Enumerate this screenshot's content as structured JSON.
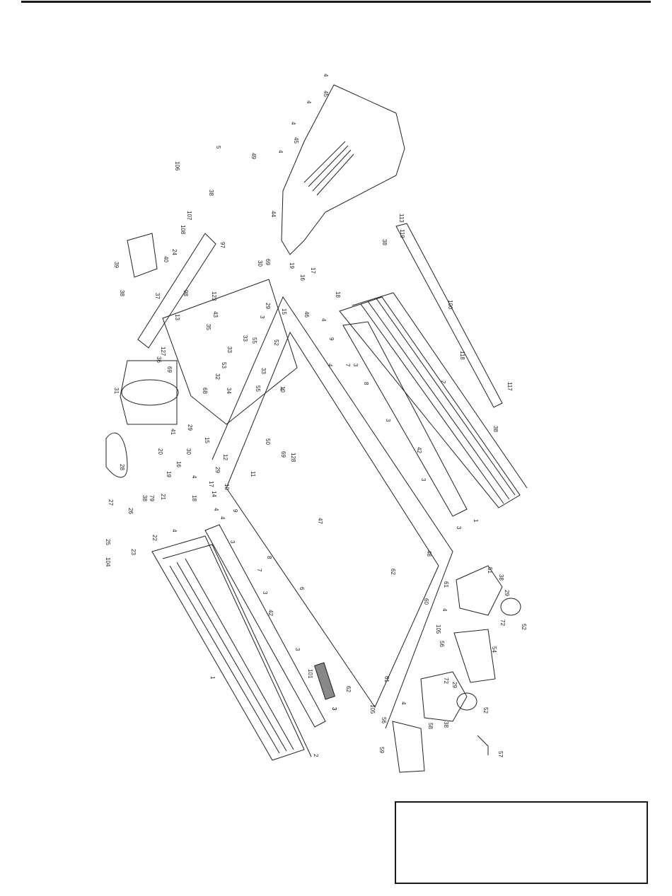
{
  "parts": [
    {
      "id": "p-4a",
      "label": "4"
    },
    {
      "id": "p-45a",
      "label": "45"
    },
    {
      "id": "p-4b",
      "label": "4"
    },
    {
      "id": "p-4c",
      "label": "4"
    },
    {
      "id": "p-45b",
      "label": "45"
    },
    {
      "id": "p-4d",
      "label": "4"
    },
    {
      "id": "p-5",
      "label": "5"
    },
    {
      "id": "p-49",
      "label": "49"
    },
    {
      "id": "p-106",
      "label": "106"
    },
    {
      "id": "p-44",
      "label": "44"
    },
    {
      "id": "p-38a",
      "label": "38"
    },
    {
      "id": "p-107",
      "label": "107"
    },
    {
      "id": "p-108",
      "label": "108"
    },
    {
      "id": "p-24",
      "label": "24"
    },
    {
      "id": "p-40",
      "label": "40"
    },
    {
      "id": "p-39",
      "label": "39"
    },
    {
      "id": "p-38b",
      "label": "38"
    },
    {
      "id": "p-37",
      "label": "37"
    },
    {
      "id": "p-97",
      "label": "97"
    },
    {
      "id": "p-69a",
      "label": "69"
    },
    {
      "id": "p-30a",
      "label": "30"
    },
    {
      "id": "p-19a",
      "label": "19"
    },
    {
      "id": "p-16a",
      "label": "16"
    },
    {
      "id": "p-17a",
      "label": "17"
    },
    {
      "id": "p-113",
      "label": "113"
    },
    {
      "id": "p-119",
      "label": "119"
    },
    {
      "id": "p-38c",
      "label": "38"
    },
    {
      "id": "p-98",
      "label": "98"
    },
    {
      "id": "p-123",
      "label": "123"
    },
    {
      "id": "p-43",
      "label": "43"
    },
    {
      "id": "p-13",
      "label": "13"
    },
    {
      "id": "p-29a",
      "label": "29"
    },
    {
      "id": "p-3a",
      "label": "3"
    },
    {
      "id": "p-15a",
      "label": "15"
    },
    {
      "id": "p-46",
      "label": "46"
    },
    {
      "id": "p-18a",
      "label": "18"
    },
    {
      "id": "p-4e",
      "label": "4"
    },
    {
      "id": "p-127",
      "label": "127"
    },
    {
      "id": "p-35",
      "label": "35"
    },
    {
      "id": "p-33a",
      "label": "33"
    },
    {
      "id": "p-55a",
      "label": "55"
    },
    {
      "id": "p-52a",
      "label": "52"
    },
    {
      "id": "p-36",
      "label": "36"
    },
    {
      "id": "p-33b",
      "label": "33"
    },
    {
      "id": "p-33c",
      "label": "33"
    },
    {
      "id": "p-4f",
      "label": "4"
    },
    {
      "id": "p-9a",
      "label": "9"
    },
    {
      "id": "p-100",
      "label": "100"
    },
    {
      "id": "p-69b",
      "label": "69"
    },
    {
      "id": "p-53",
      "label": "53"
    },
    {
      "id": "p-32",
      "label": "32"
    },
    {
      "id": "p-55b",
      "label": "55"
    },
    {
      "id": "p-4g",
      "label": "4"
    },
    {
      "id": "p-7a",
      "label": "7"
    },
    {
      "id": "p-3b",
      "label": "3"
    },
    {
      "id": "p-8a",
      "label": "8"
    },
    {
      "id": "p-31",
      "label": "31"
    },
    {
      "id": "p-34",
      "label": "34"
    },
    {
      "id": "p-118",
      "label": "118"
    },
    {
      "id": "p-68",
      "label": "68"
    },
    {
      "id": "p-10a",
      "label": "10"
    },
    {
      "id": "p-2a",
      "label": "2"
    },
    {
      "id": "p-117",
      "label": "117"
    },
    {
      "id": "p-41",
      "label": "41"
    },
    {
      "id": "p-29b",
      "label": "29"
    },
    {
      "id": "p-3c",
      "label": "3"
    },
    {
      "id": "p-38d",
      "label": "38"
    },
    {
      "id": "p-30b",
      "label": "30"
    },
    {
      "id": "p-15b",
      "label": "15"
    },
    {
      "id": "p-50",
      "label": "50"
    },
    {
      "id": "p-20",
      "label": "20"
    },
    {
      "id": "p-16b",
      "label": "16"
    },
    {
      "id": "p-69c",
      "label": "69"
    },
    {
      "id": "p-128",
      "label": "128"
    },
    {
      "id": "p-12",
      "label": "12"
    },
    {
      "id": "p-42a",
      "label": "42"
    },
    {
      "id": "p-28",
      "label": "28"
    },
    {
      "id": "p-19b",
      "label": "19"
    },
    {
      "id": "p-29c",
      "label": "29"
    },
    {
      "id": "p-11",
      "label": "11"
    },
    {
      "id": "p-17b",
      "label": "17"
    },
    {
      "id": "p-14",
      "label": "14"
    },
    {
      "id": "p-3d",
      "label": "3"
    },
    {
      "id": "p-4h",
      "label": "4"
    },
    {
      "id": "p-10b",
      "label": "10"
    },
    {
      "id": "p-27",
      "label": "27"
    },
    {
      "id": "p-38e",
      "label": "38"
    },
    {
      "id": "p-79",
      "label": "79"
    },
    {
      "id": "p-21",
      "label": "21"
    },
    {
      "id": "p-18b",
      "label": "18"
    },
    {
      "id": "p-26",
      "label": "26"
    },
    {
      "id": "p-4i",
      "label": "4"
    },
    {
      "id": "p-25",
      "label": "25"
    },
    {
      "id": "p-22",
      "label": "22"
    },
    {
      "id": "p-4j",
      "label": "4"
    },
    {
      "id": "p-9b",
      "label": "9"
    },
    {
      "id": "p-3e",
      "label": "3"
    },
    {
      "id": "p-1a",
      "label": "1"
    },
    {
      "id": "p-104",
      "label": "104"
    },
    {
      "id": "p-23",
      "label": "23"
    },
    {
      "id": "p-4k",
      "label": "4"
    },
    {
      "id": "p-47",
      "label": "47"
    },
    {
      "id": "p-3f",
      "label": "3"
    },
    {
      "id": "p-8b",
      "label": "8"
    },
    {
      "id": "p-7b",
      "label": "7"
    },
    {
      "id": "p-48",
      "label": "48"
    },
    {
      "id": "p-62a",
      "label": "62"
    },
    {
      "id": "p-51",
      "label": "51"
    },
    {
      "id": "p-38f",
      "label": "38"
    },
    {
      "id": "p-3g",
      "label": "3"
    },
    {
      "id": "p-61a",
      "label": "61"
    },
    {
      "id": "p-29d",
      "label": "29"
    },
    {
      "id": "p-6",
      "label": "6"
    },
    {
      "id": "p-42b",
      "label": "42"
    },
    {
      "id": "p-60",
      "label": "60"
    },
    {
      "id": "p-4l",
      "label": "4"
    },
    {
      "id": "p-72a",
      "label": "72"
    },
    {
      "id": "p-52b",
      "label": "52"
    },
    {
      "id": "p-105a",
      "label": "105"
    },
    {
      "id": "p-56a",
      "label": "56"
    },
    {
      "id": "p-1b",
      "label": "1"
    },
    {
      "id": "p-3h",
      "label": "3"
    },
    {
      "id": "p-54",
      "label": "54"
    },
    {
      "id": "p-101",
      "label": "101"
    },
    {
      "id": "p-62b",
      "label": "62"
    },
    {
      "id": "p-61b",
      "label": "61"
    },
    {
      "id": "p-72b",
      "label": "72"
    },
    {
      "id": "p-29e",
      "label": "29"
    },
    {
      "id": "p-105b",
      "label": "105"
    },
    {
      "id": "p-4m",
      "label": "4"
    },
    {
      "id": "p-3i",
      "label": "3"
    },
    {
      "id": "p-56b",
      "label": "56"
    },
    {
      "id": "p-58",
      "label": "58"
    },
    {
      "id": "p-38g",
      "label": "38"
    },
    {
      "id": "p-52c",
      "label": "52"
    },
    {
      "id": "p-2b",
      "label": "2"
    },
    {
      "id": "p-59",
      "label": "59"
    },
    {
      "id": "p-57",
      "label": "57"
    },
    {
      "id": "p-3j",
      "label": "3"
    }
  ]
}
